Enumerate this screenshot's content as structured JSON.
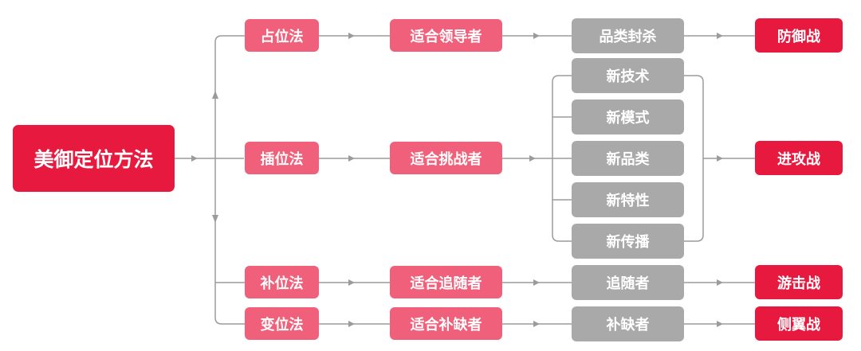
{
  "root": {
    "label": "美御定位方法"
  },
  "methods": [
    {
      "label": "占位法"
    },
    {
      "label": "插位法"
    },
    {
      "label": "补位法"
    },
    {
      "label": "变位法"
    }
  ],
  "suitability": [
    {
      "label": "适合领导者"
    },
    {
      "label": "适合挑战者"
    },
    {
      "label": "适合追随者"
    },
    {
      "label": "适合补缺者"
    }
  ],
  "tactics": {
    "leader": {
      "label": "品类封杀"
    },
    "challenger": [
      {
        "label": "新技术"
      },
      {
        "label": "新模式"
      },
      {
        "label": "新品类"
      },
      {
        "label": "新特性"
      },
      {
        "label": "新传播"
      }
    ],
    "follower": {
      "label": "追随者"
    },
    "niche": {
      "label": "补缺者"
    }
  },
  "results": [
    {
      "label": "防御战"
    },
    {
      "label": "进攻战"
    },
    {
      "label": "游击战"
    },
    {
      "label": "侧翼战"
    }
  ],
  "colors": {
    "root": "#e8193f",
    "method": "#f0607a",
    "tactic": "#a9a9a9",
    "result": "#e8193f",
    "connector": "#9b9b9b"
  }
}
